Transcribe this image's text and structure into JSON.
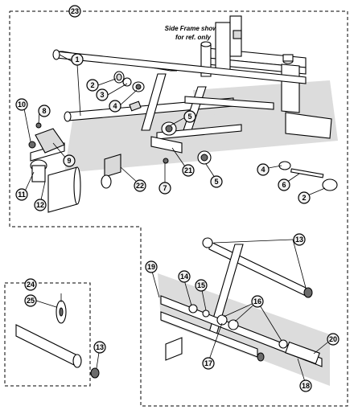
{
  "note": {
    "line1": "Side Frame shown",
    "line2": "for ref. only"
  },
  "callouts": {
    "c1": "1",
    "c2a": "2",
    "c2b": "2",
    "c3": "3",
    "c4a": "4",
    "c4b": "4",
    "c5a": "5",
    "c5b": "5",
    "c6": "6",
    "c7": "7",
    "c8": "8",
    "c9": "9",
    "c10": "10",
    "c11": "11",
    "c12": "12",
    "c13a": "13",
    "c13b": "13",
    "c14": "14",
    "c15": "15",
    "c16": "16",
    "c17": "17",
    "c18": "18",
    "c19": "19",
    "c20": "20",
    "c21": "21",
    "c22": "22",
    "c23": "23",
    "c24": "24",
    "c25": "25"
  }
}
